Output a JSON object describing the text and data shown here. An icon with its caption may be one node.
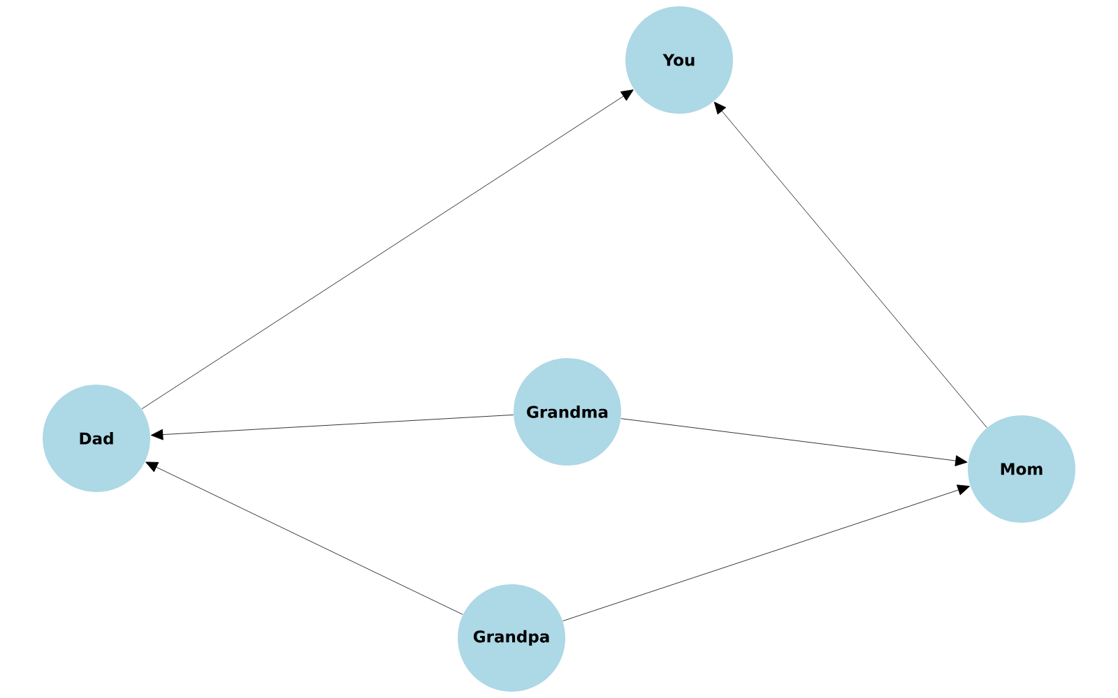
{
  "diagram": {
    "nodes": [
      {
        "text": [
          "You"
        ]
      },
      {
        "text": [
          "Dad"
        ]
      },
      {
        "text": [
          "Grandma"
        ]
      },
      {
        "text": [
          "Mom"
        ]
      },
      {
        "text": [
          "Grandpa"
        ]
      }
    ],
    "edges": [
      {
        "from": 1,
        "to": 0,
        "arrow": "to"
      },
      {
        "from": 3,
        "to": 0,
        "arrow": "to"
      },
      {
        "from": 2,
        "to": 1,
        "arrow": "to"
      },
      {
        "from": 2,
        "to": 3,
        "arrow": "to"
      },
      {
        "from": 4,
        "to": 1,
        "arrow": "to"
      },
      {
        "from": 4,
        "to": 3,
        "arrow": "to"
      }
    ]
  }
}
